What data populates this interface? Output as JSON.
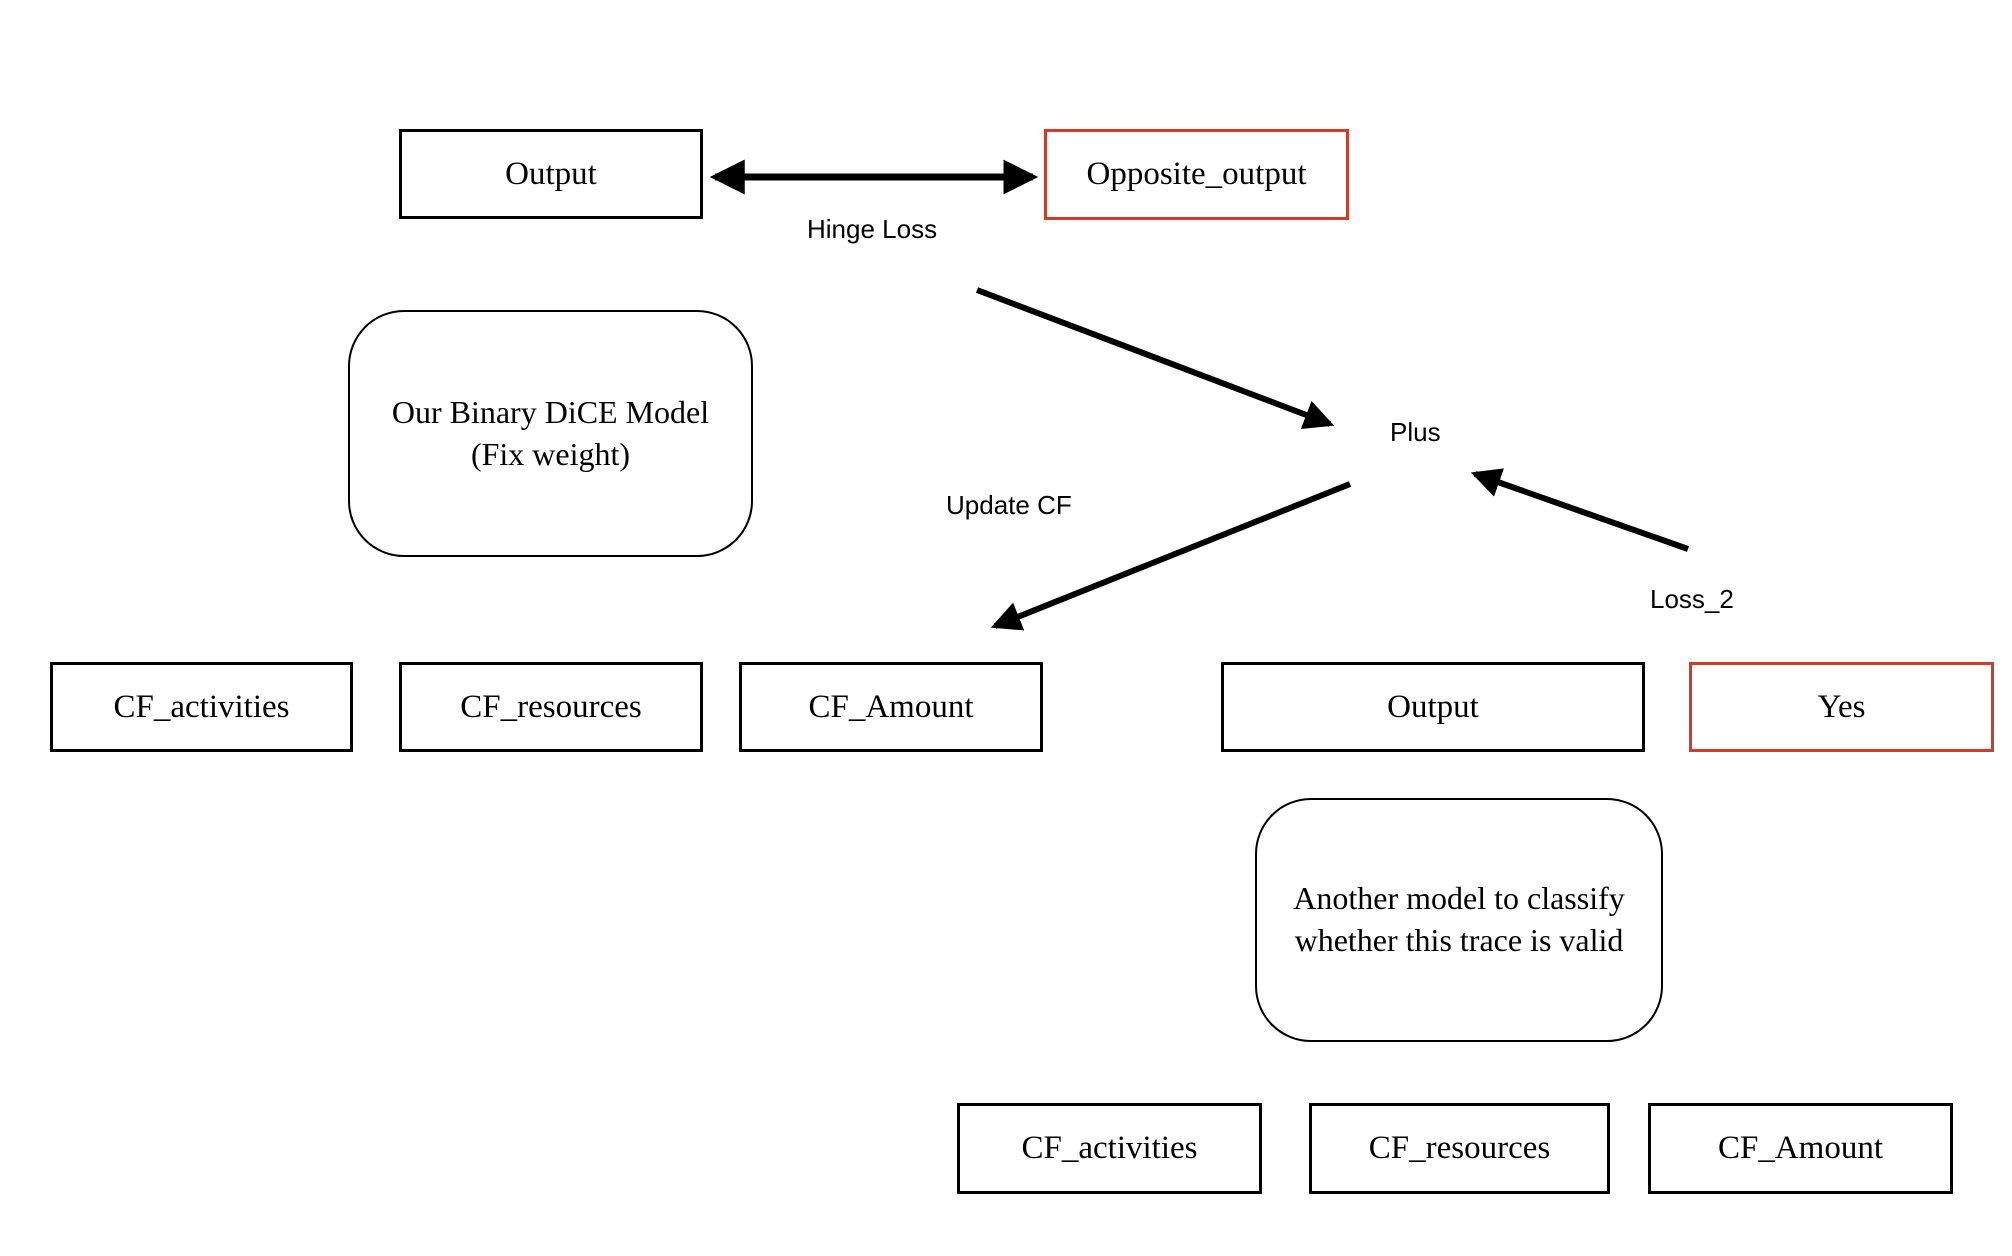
{
  "diagram": {
    "background_color": "#ffffff",
    "line_color": "#000000",
    "highlight_border_color": "#d03c2a"
  },
  "nodes": {
    "output_top": {
      "label": "Output"
    },
    "opposite_output": {
      "label": "Opposite_output"
    },
    "dice_model": {
      "line1": "Our Binary DiCE Model",
      "line2": "(Fix weight)"
    },
    "cf_activities_mid": {
      "label": "CF_activities"
    },
    "cf_resources_mid": {
      "label": "CF_resources"
    },
    "cf_amount_mid": {
      "label": "CF_Amount"
    },
    "output_mid": {
      "label": "Output"
    },
    "yes": {
      "label": "Yes"
    },
    "classifier_model": {
      "line1": "Another model to classify",
      "line2": "whether this trace is valid"
    },
    "cf_activities_bottom": {
      "label": "CF_activities"
    },
    "cf_resources_bottom": {
      "label": "CF_resources"
    },
    "cf_amount_bottom": {
      "label": "CF_Amount"
    }
  },
  "edge_labels": {
    "hinge_loss": "Hinge Loss",
    "plus": "Plus",
    "update_cf": "Update CF",
    "loss_2": "Loss_2"
  }
}
